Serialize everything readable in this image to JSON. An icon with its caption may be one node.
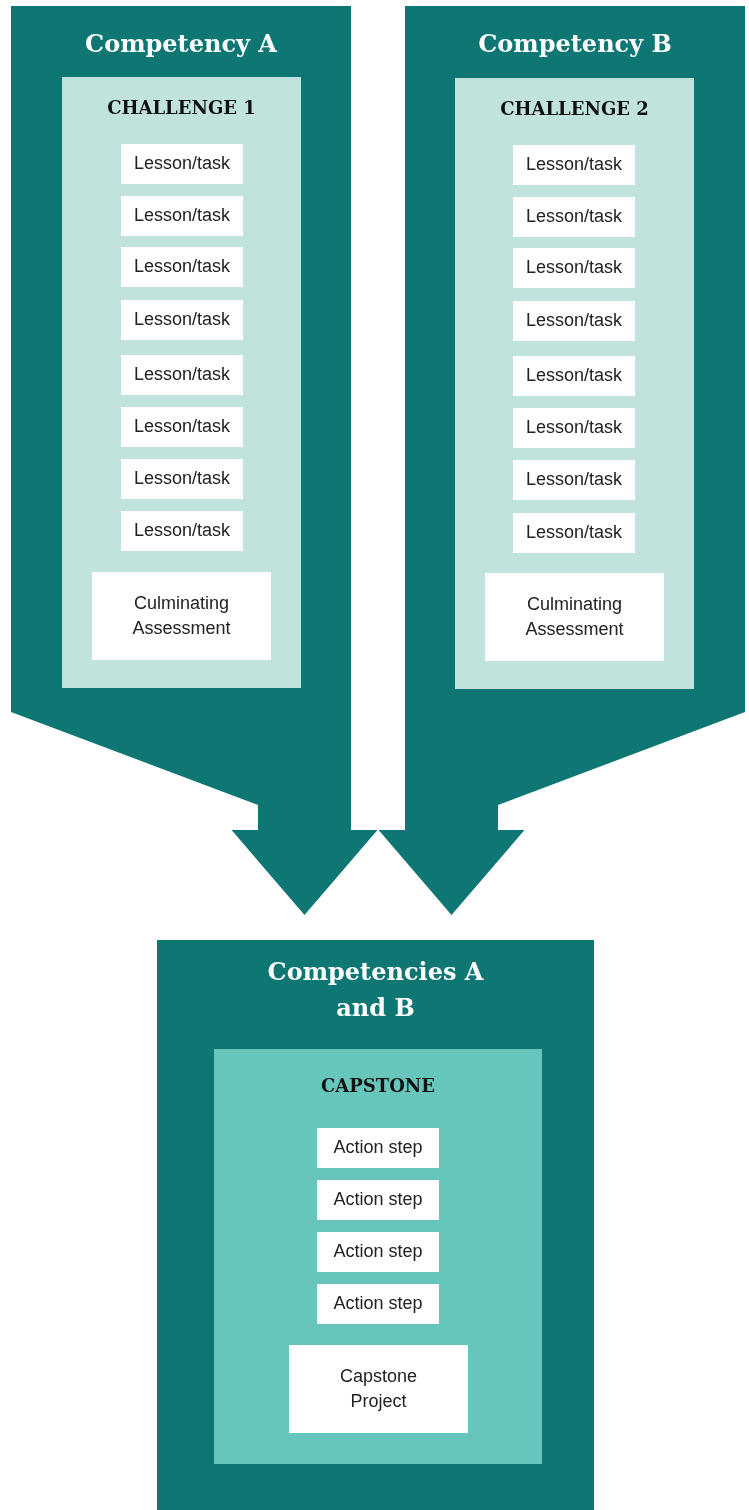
{
  "diagram": {
    "nodes": [
      {
        "text": [
          "Competency A"
        ]
      },
      {
        "text": [
          "CHALLENGE 1"
        ],
        "in": 0
      },
      {
        "text": [
          "Lesson/task"
        ],
        "in": 1
      },
      {
        "text": [
          "Lesson/task"
        ],
        "in": 1
      },
      {
        "text": [
          "Lesson/task"
        ],
        "in": 1
      },
      {
        "text": [
          "Lesson/task"
        ],
        "in": 1
      },
      {
        "text": [
          "Lesson/task"
        ],
        "in": 1
      },
      {
        "text": [
          "Lesson/task"
        ],
        "in": 1
      },
      {
        "text": [
          "Lesson/task"
        ],
        "in": 1
      },
      {
        "text": [
          "Lesson/task"
        ],
        "in": 1
      },
      {
        "text": [
          "Culminating Assessment"
        ],
        "in": 1
      },
      {
        "text": [
          "Competency B"
        ]
      },
      {
        "text": [
          "CHALLENGE 2"
        ],
        "in": 11
      },
      {
        "text": [
          "Lesson/task"
        ],
        "in": 12
      },
      {
        "text": [
          "Lesson/task"
        ],
        "in": 12
      },
      {
        "text": [
          "Lesson/task"
        ],
        "in": 12
      },
      {
        "text": [
          "Lesson/task"
        ],
        "in": 12
      },
      {
        "text": [
          "Lesson/task"
        ],
        "in": 12
      },
      {
        "text": [
          "Lesson/task"
        ],
        "in": 12
      },
      {
        "text": [
          "Lesson/task"
        ],
        "in": 12
      },
      {
        "text": [
          "Lesson/task"
        ],
        "in": 12
      },
      {
        "text": [
          "Culminating Assessment"
        ],
        "in": 12
      },
      {
        "text": [
          "Competencies A and B"
        ]
      },
      {
        "text": [
          "CAPSTONE"
        ],
        "in": 22
      },
      {
        "text": [
          "Action step"
        ],
        "in": 23
      },
      {
        "text": [
          "Action step"
        ],
        "in": 23
      },
      {
        "text": [
          "Action step"
        ],
        "in": 23
      },
      {
        "text": [
          "Action step"
        ],
        "in": 23
      },
      {
        "text": [
          "Capstone Project"
        ],
        "in": 23
      }
    ],
    "edges": [
      {
        "from": 0,
        "to": 22,
        "arrow": "to"
      },
      {
        "from": 11,
        "to": 22,
        "arrow": "to"
      }
    ]
  }
}
